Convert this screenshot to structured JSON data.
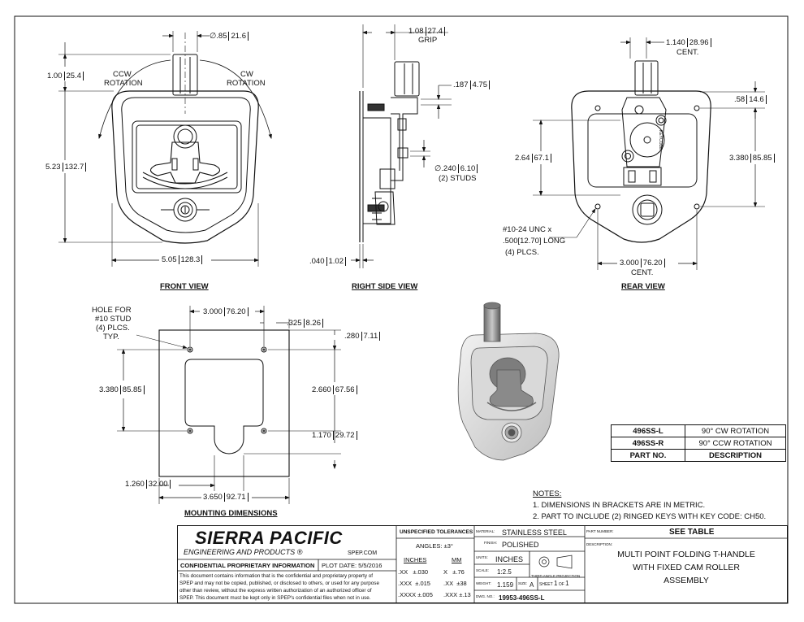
{
  "views": {
    "front": {
      "title": "FRONT VIEW"
    },
    "right_side": {
      "title": "RIGHT SIDE VIEW"
    },
    "rear": {
      "title": "REAR VIEW"
    },
    "mounting": {
      "title": "MOUNTING DIMENSIONS"
    }
  },
  "dims": {
    "front_dia": {
      "in": "∅.85",
      "mm": "21.6"
    },
    "front_100": {
      "in": "1.00",
      "mm": "25.4"
    },
    "front_523": {
      "in": "5.23",
      "mm": "132.7"
    },
    "front_505": {
      "in": "5.05",
      "mm": "128.3"
    },
    "ccw": "CCW",
    "ccw2": "ROTATION",
    "cw": "CW",
    "cw2": "ROTATION",
    "grip": {
      "in": "1.08",
      "mm": "27.4",
      "label": "GRIP"
    },
    "d187": {
      "in": ".187",
      "mm": "4.75"
    },
    "stud": {
      "in": "∅.240",
      "mm": "6.10",
      "label": "(2) STUDS"
    },
    "d040": {
      "in": ".040",
      "mm": "1.02"
    },
    "cent1140": {
      "in": "1.140",
      "mm": "28.96",
      "label": "CENT."
    },
    "d58": {
      "in": ".58",
      "mm": "14.6"
    },
    "d264": {
      "in": "2.64",
      "mm": "67.1"
    },
    "d3380r": {
      "in": "3.380",
      "mm": "85.85"
    },
    "thread1": "#10-24 UNC x",
    "thread2": ".500[12.70] LONG",
    "thread3": "(4) PLCS.",
    "cent3000": {
      "in": "3.000",
      "mm": "76.20",
      "label": "CENT."
    },
    "hole1": "HOLE FOR",
    "hole2": "#10 STUD",
    "hole3": "(4) PLCS.",
    "hole4": "TYP.",
    "m3000": {
      "in": "3.000",
      "mm": "76.20"
    },
    "m325": {
      "in": ".325",
      "mm": "8.26"
    },
    "m280": {
      "in": ".280",
      "mm": "7.11"
    },
    "m3380": {
      "in": "3.380",
      "mm": "85.85"
    },
    "m2660": {
      "in": "2.660",
      "mm": "67.56"
    },
    "m1170": {
      "in": "1.170",
      "mm": "29.72"
    },
    "m1260": {
      "in": "1.260",
      "mm": "32.00"
    },
    "m3650": {
      "in": "3.650",
      "mm": "92.71"
    }
  },
  "rear_marking": "KEYCODE",
  "parts": {
    "rows": [
      {
        "pn": "496SS-L",
        "desc": "90° CW ROTATION"
      },
      {
        "pn": "496SS-R",
        "desc": "90° CCW ROTATION"
      }
    ],
    "header": {
      "pn": "PART NO.",
      "desc": "DESCRIPTION"
    }
  },
  "notes": {
    "heading": "NOTES:",
    "items": [
      "1.  DIMENSIONS IN BRACKETS ARE IN METRIC.",
      "2.  PART TO INCLUDE (2) RINGED KEYS WITH KEY CODE: CH50."
    ]
  },
  "title_block": {
    "company": "SIERRA PACIFIC",
    "subtitle": "ENGINEERING AND PRODUCTS",
    "reg": "®",
    "web": "SPEP.COM",
    "confidential": "CONFIDENTIAL PROPRIETARY INFORMATION",
    "plot_label": "PLOT DATE:",
    "plot_date": "5/5/2016",
    "disclaimer": [
      "This document contains information that is the confidential and proprietary property of",
      "SPEP and may not be copied, published, or disclosed to others, or used for any purpose",
      "other than review, without the express written authorization of an authorized officer of",
      "SPEP. This document must be kept only in SPEP's confidential files when not in use."
    ],
    "tol_title": "UNSPECIFIED TOLERANCES",
    "angles": "ANGLES: ±3°",
    "inches": "INCHES",
    "mm": "MM",
    "tol_rows": [
      {
        "a": ".XX",
        "b": "±.030",
        "c": "X",
        "d": "±.76"
      },
      {
        "a": ".XXX",
        "b": "±.015",
        "c": ".XX",
        "d": "±38"
      },
      {
        "a": ".XXXX",
        "b": "±.005",
        "c": ".XXX",
        "d": "±.13"
      }
    ],
    "material_label": "MATERIAL:",
    "material": "STAINLESS STEEL",
    "finish_label": "FINISH:",
    "finish": "POLISHED",
    "units_label": "UNITS:",
    "units": "INCHES",
    "scale_label": "SCALE:",
    "scale": "1:2.5",
    "projection": "THIRD ANGLE PROJECTION",
    "weight_label": "WEIGHT:",
    "weight": "1.159",
    "size_label": "SIZE:",
    "size": "A",
    "sheet_label": "SHEET",
    "sheet": "1",
    "of_label": "OF",
    "of": "1",
    "dwg_label": "DWG. NO.:",
    "dwg": "19953-496SS-L",
    "pn_label": "PART NUMBER:",
    "pn": "SEE TABLE",
    "desc_label": "DESCRIPTION:",
    "desc": [
      "MULTI POINT FOLDING T-HANDLE",
      "WITH FIXED CAM ROLLER",
      "ASSEMBLY"
    ]
  }
}
